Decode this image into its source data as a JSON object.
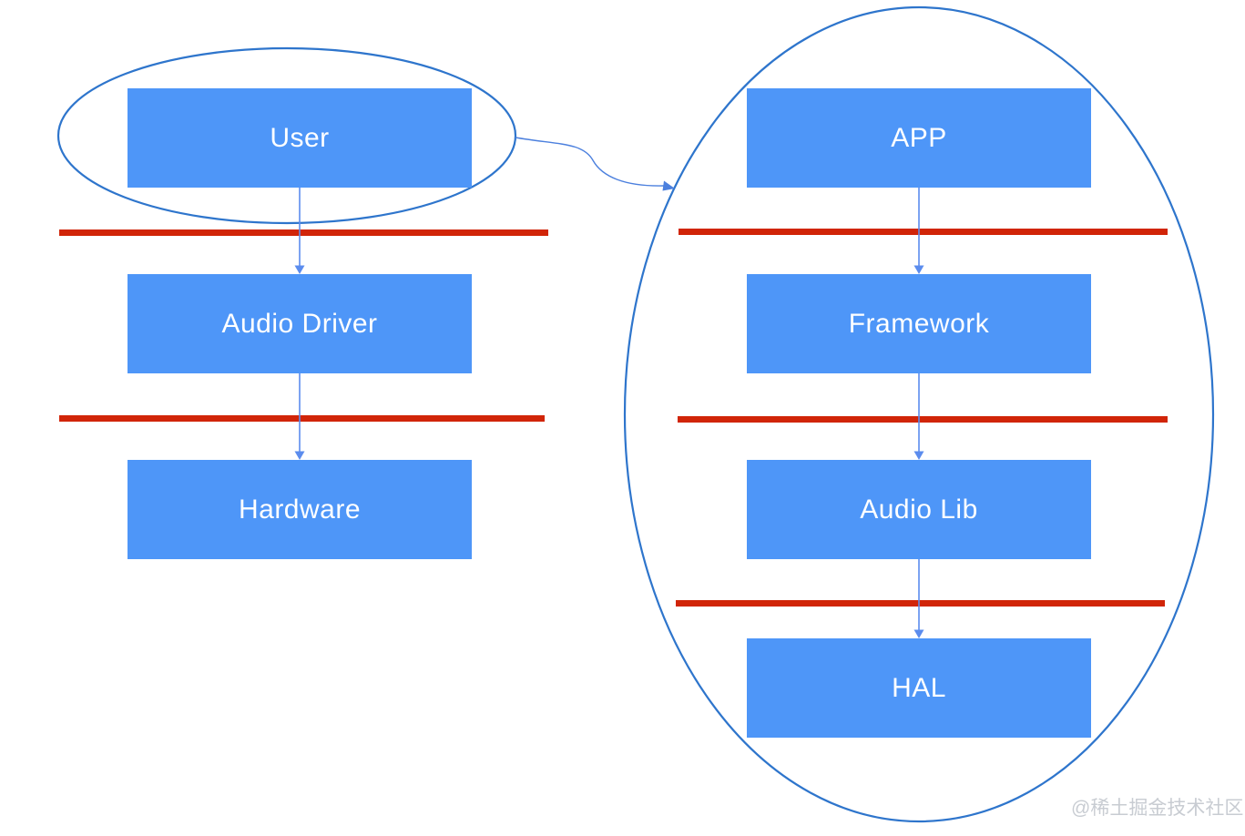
{
  "colors": {
    "box_fill": "#4E96F8",
    "box_text": "#FFFFFF",
    "separator_red": "#D12508",
    "ellipse_stroke": "#2E75CC",
    "arrow_stroke": "#5B8CEE",
    "curve_stroke": "#4C80DE",
    "watermark_color": "#C8CCD2",
    "background": "#FFFFFF"
  },
  "left_stack": {
    "boxes": [
      {
        "label": "User"
      },
      {
        "label": "Audio Driver"
      },
      {
        "label": "Hardware"
      }
    ]
  },
  "right_stack": {
    "boxes": [
      {
        "label": "APP"
      },
      {
        "label": "Framework"
      },
      {
        "label": "Audio Lib"
      },
      {
        "label": "HAL"
      }
    ]
  },
  "watermark": "@稀土掘金技术社区"
}
